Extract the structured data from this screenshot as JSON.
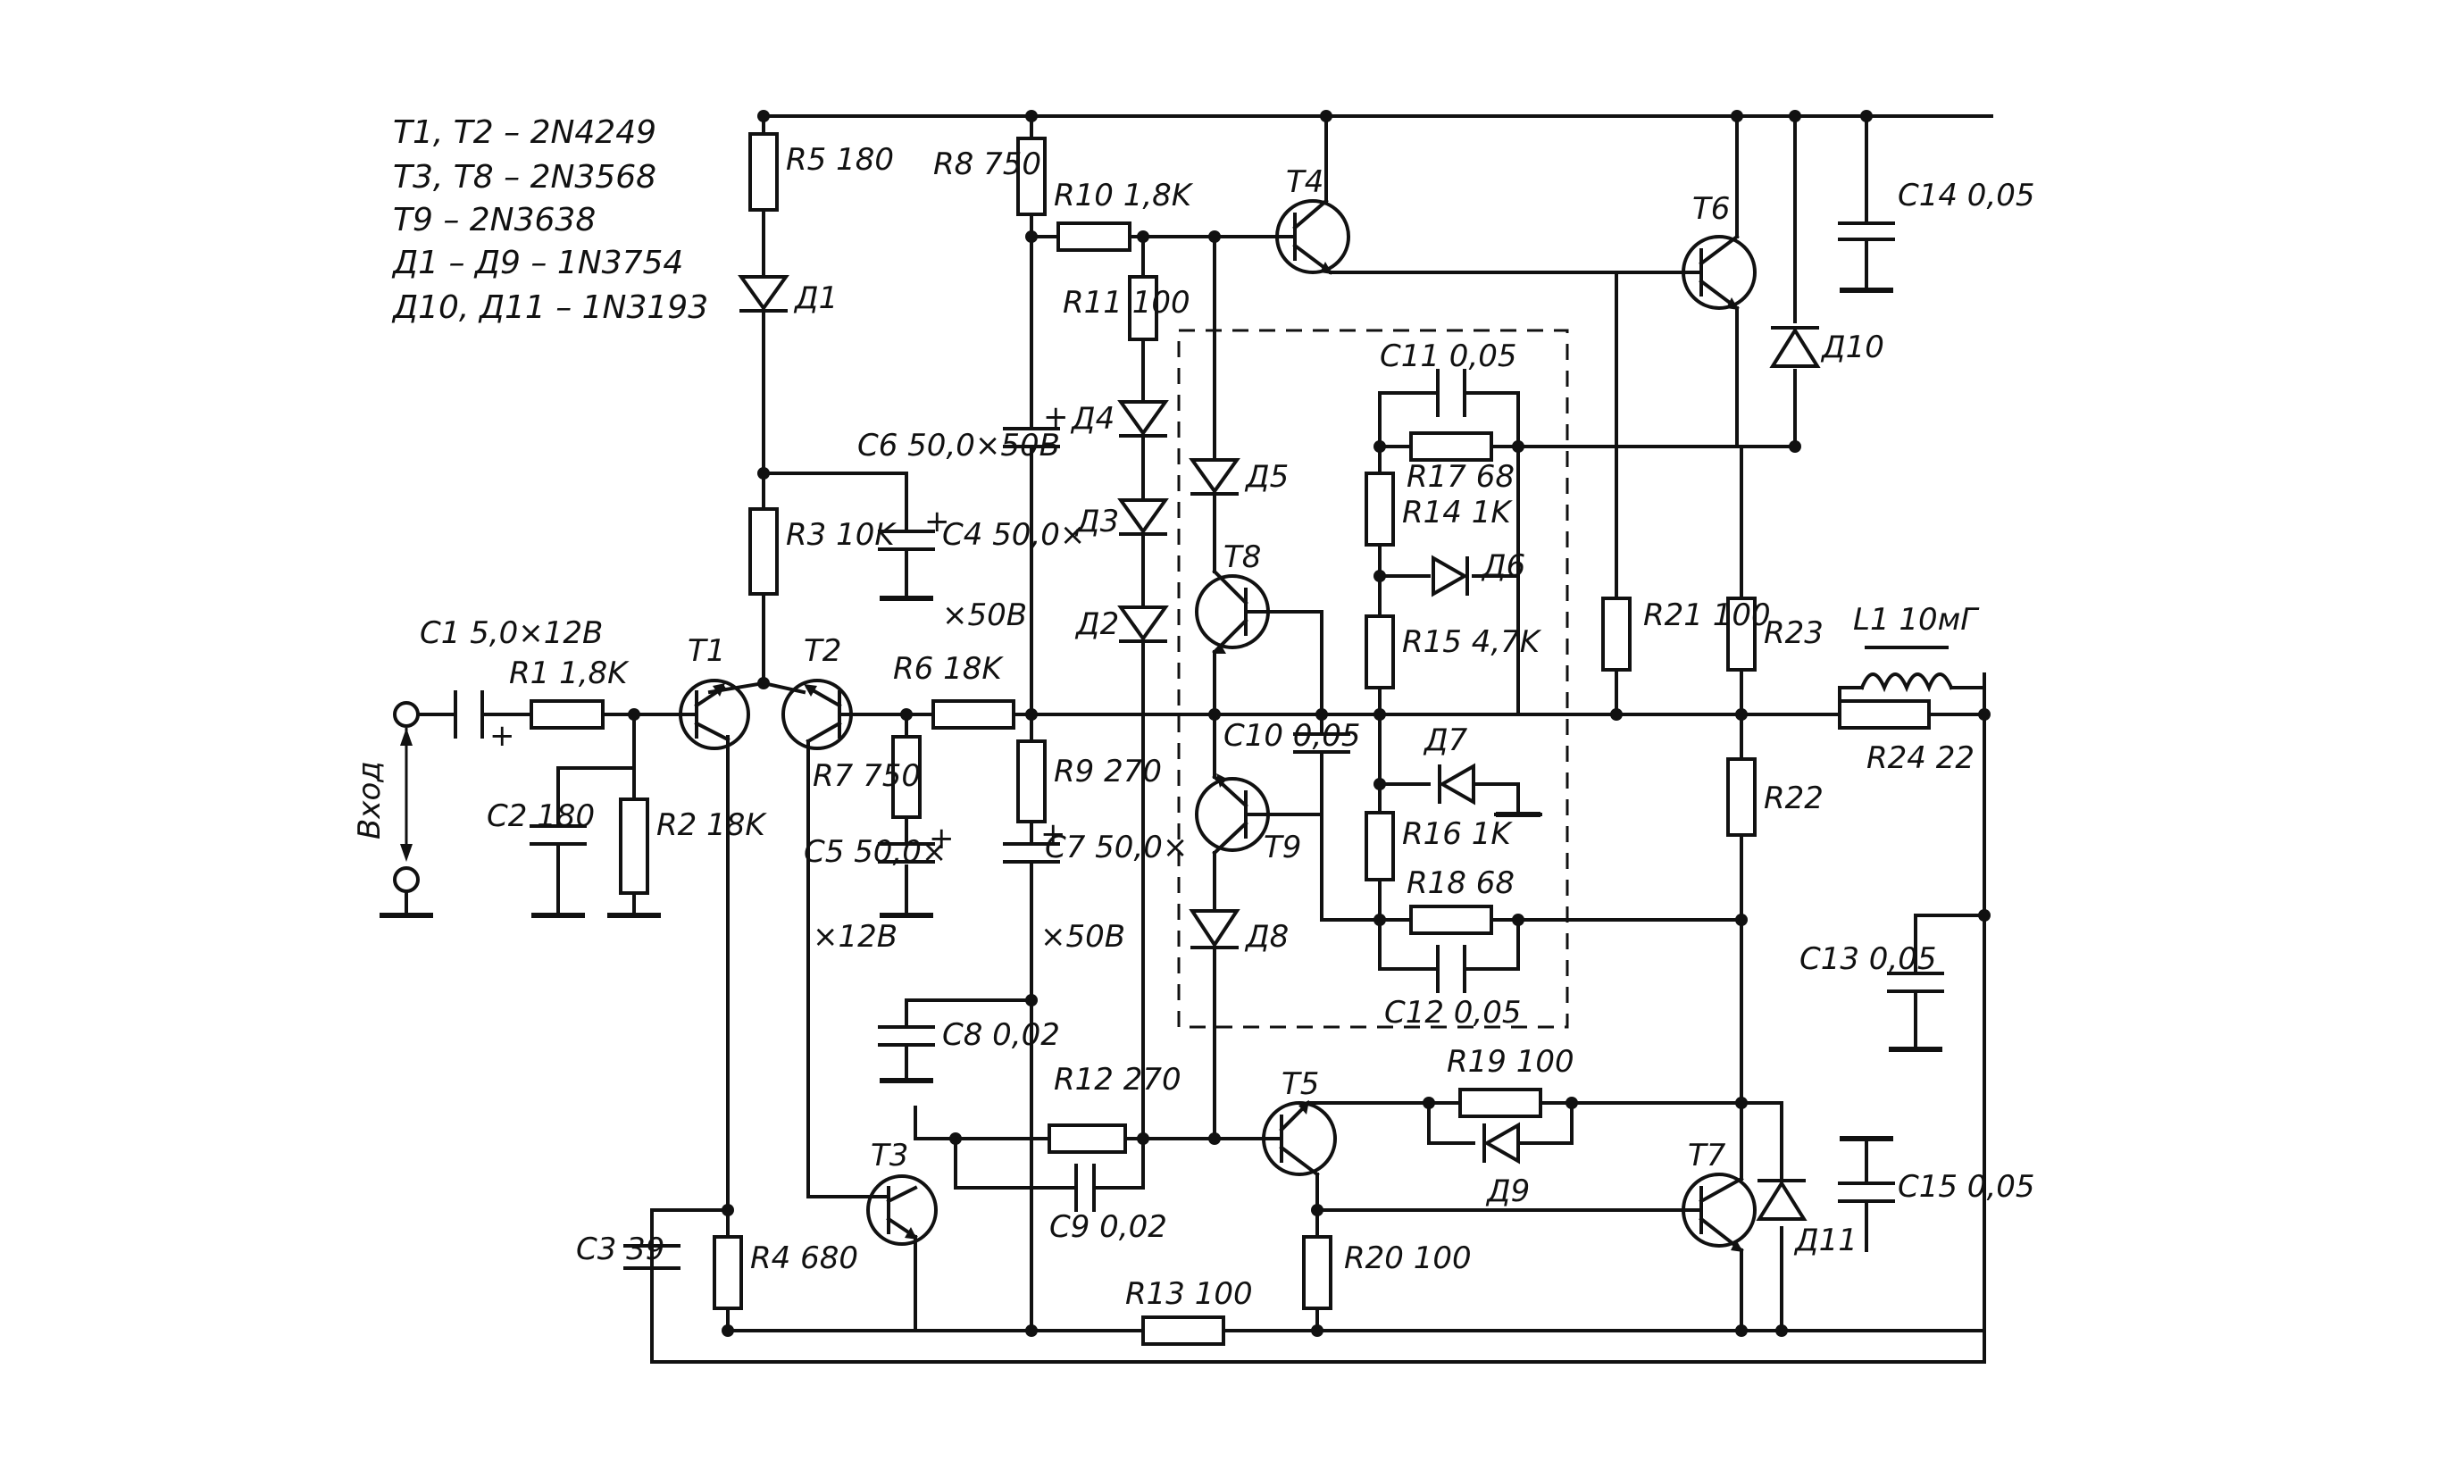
{
  "legend": [
    "T1, T2 – 2N4249",
    "T3, T8 – 2N3568",
    "T9 – 2N3638",
    "Д1 – Д9 – 1N3754",
    "Д10, Д11 – 1N3193"
  ],
  "input_label": "Вход",
  "transistors": {
    "T1": "T1",
    "T2": "T2",
    "T3": "T3",
    "T4": "T4",
    "T5": "T5",
    "T6": "T6",
    "T7": "T7",
    "T8": "T8",
    "T9": "T9"
  },
  "resistors": {
    "R1": "R1 1,8K",
    "R2": "R2 18K",
    "R3": "R3 10K",
    "R4": "R4 680",
    "R5": "R5 180",
    "R6": "R6 18K",
    "R7": "R7 750",
    "R8": "R8 750",
    "R9": "R9 270",
    "R10": "R10 1,8K",
    "R11": "R11 100",
    "R12": "R12 270",
    "R13": "R13 100",
    "R14": "R14 1K",
    "R15": "R15 4,7K",
    "R16": "R16 1K",
    "R17": "R17 68",
    "R18": "R18 68",
    "R19": "R19 100",
    "R20": "R20 100",
    "R21": "R21 100",
    "R22": "R22",
    "R23": "R23",
    "R24": "R24 22"
  },
  "capacitors": {
    "C1": "C1 5,0×12В",
    "C2": "C2 180",
    "C3": "C3 39",
    "C4a": "C4 50,0×",
    "C4b": "×50В",
    "C5a": "C5 50,0×",
    "C5b": "×12В",
    "C6": "C6 50,0×50В",
    "C7a": "C7 50,0×",
    "C7b": "×50В",
    "C8": "C8 0,02",
    "C9": "C9 0,02",
    "C10": "C10 0,05",
    "C11": "C11 0,05",
    "C12": "C12 0,05",
    "C13": "C13 0,05",
    "C14": "C14 0,05",
    "C15": "C15 0,05"
  },
  "diodes": {
    "D1": "Д1",
    "D2": "Д2",
    "D3": "Д3",
    "D4": "Д4",
    "D5": "Д5",
    "D6": "Д6",
    "D7": "Д7",
    "D8": "Д8",
    "D9": "Д9",
    "D10": "Д10",
    "D11": "Д11"
  },
  "inductor": "L1 10мГ",
  "plus_sign": "+"
}
